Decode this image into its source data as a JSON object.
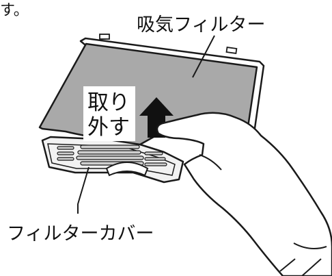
{
  "fragment_text": "す。",
  "labels": {
    "intake_filter": "吸気フィルター",
    "filter_cover": "フィルターカバー",
    "remove_line1": "取り",
    "remove_line2": "外す"
  },
  "colors": {
    "filter_fill": "#a9a9a9",
    "outline": "#1a1a1a",
    "tray_fill": "#f2f2f2",
    "slot_fill": "#cfcfcf",
    "arrow_fill": "#111111",
    "glove_fill": "#ffffff"
  }
}
